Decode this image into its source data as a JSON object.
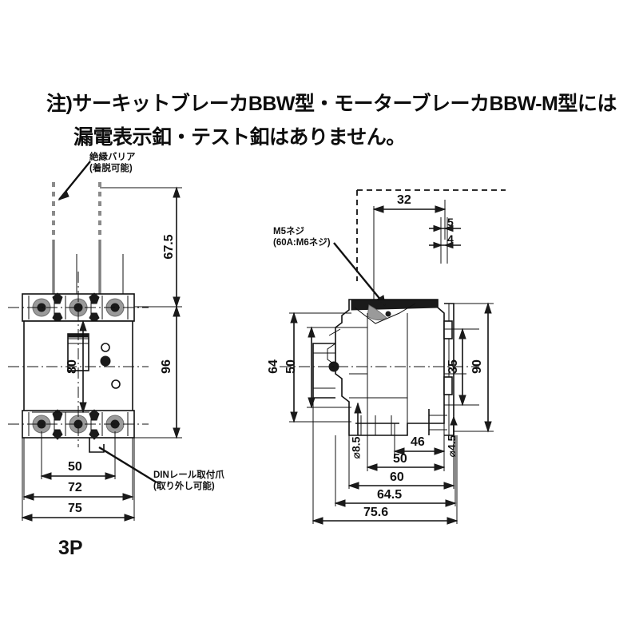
{
  "document": {
    "kind": "technical-dimension-drawing",
    "note": {
      "line1": "注)サーキットブレーカBBW型・モーターブレーカBBW-M型には",
      "line2": "漏電表示釦・テスト釦はありません。"
    }
  },
  "front_view": {
    "caption": "3P",
    "callouts": [
      {
        "line1": "絶縁バリア",
        "line2": "(着脱可能)"
      },
      {
        "line1": "DINレール取付爪",
        "line2": "(取り外し可能)"
      }
    ],
    "dimensions": {
      "barrier_height": "67.5",
      "body_height": "80",
      "overall_height": "96",
      "mount_pitch_width": "50",
      "inner_width": "72",
      "overall_width": "75"
    }
  },
  "side_view": {
    "callouts": [
      {
        "line1": "M5ネジ",
        "line2": "(60A:M6ネジ)"
      }
    ],
    "dimensions": {
      "terminal_depth": "32",
      "step_a": "5",
      "step_b": "4",
      "height_64": "64",
      "height_50": "50",
      "height_35": "35",
      "height_90": "90",
      "hole_large": "⌀8.5",
      "hole_small": "⌀4.5",
      "width_46": "46",
      "width_50": "50",
      "width_60": "60",
      "width_64_5": "64.5",
      "width_75_6": "75.6"
    }
  },
  "colors": {
    "ink": "#111111",
    "gray": "#7d7d7d",
    "paper": "#ffffff"
  }
}
